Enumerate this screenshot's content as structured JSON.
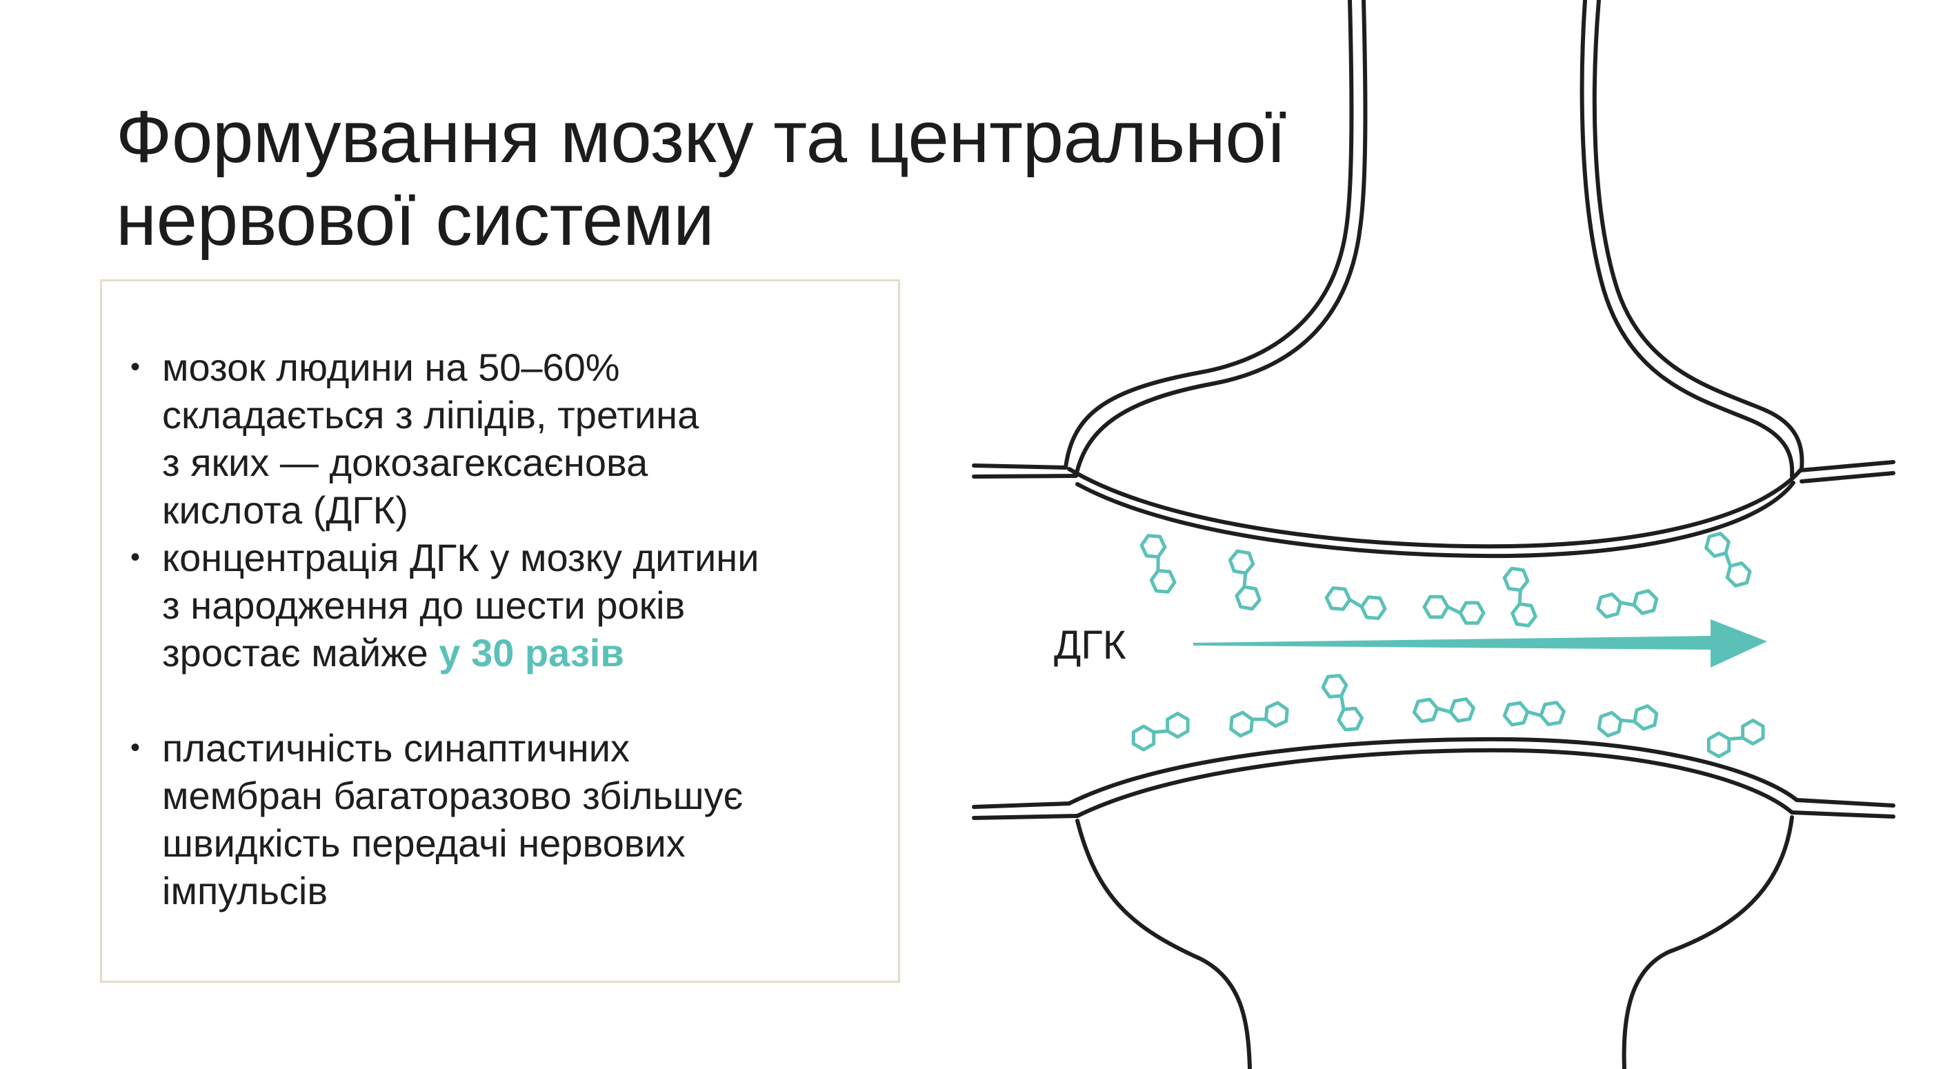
{
  "title": {
    "line1": "Формування мозку та центральної",
    "line2": "нервової системи"
  },
  "bullets": [
    {
      "lines": [
        "мозок людини на 50–60%",
        "складається з ліпідів, третина",
        "з яких — докозагексаєнова",
        "кислота (ДГК)"
      ]
    },
    {
      "lines": [
        "концентрація ДГК у мозку дитини",
        "з народження до шести років"
      ],
      "last_prefix": "зростає майже ",
      "highlight": "у 30 разів"
    },
    {
      "lines": [
        "пластичність синаптичних",
        "мембран багаторазово збільшує",
        "швидкість передачі нервових",
        "імпульсів"
      ]
    }
  ],
  "diagram": {
    "label": "ДГК",
    "colors": {
      "accent": "#5bc1b8",
      "membrane": "#1e1e1e"
    },
    "icons": [
      "molecule-icon",
      "arrow-right-icon"
    ]
  }
}
